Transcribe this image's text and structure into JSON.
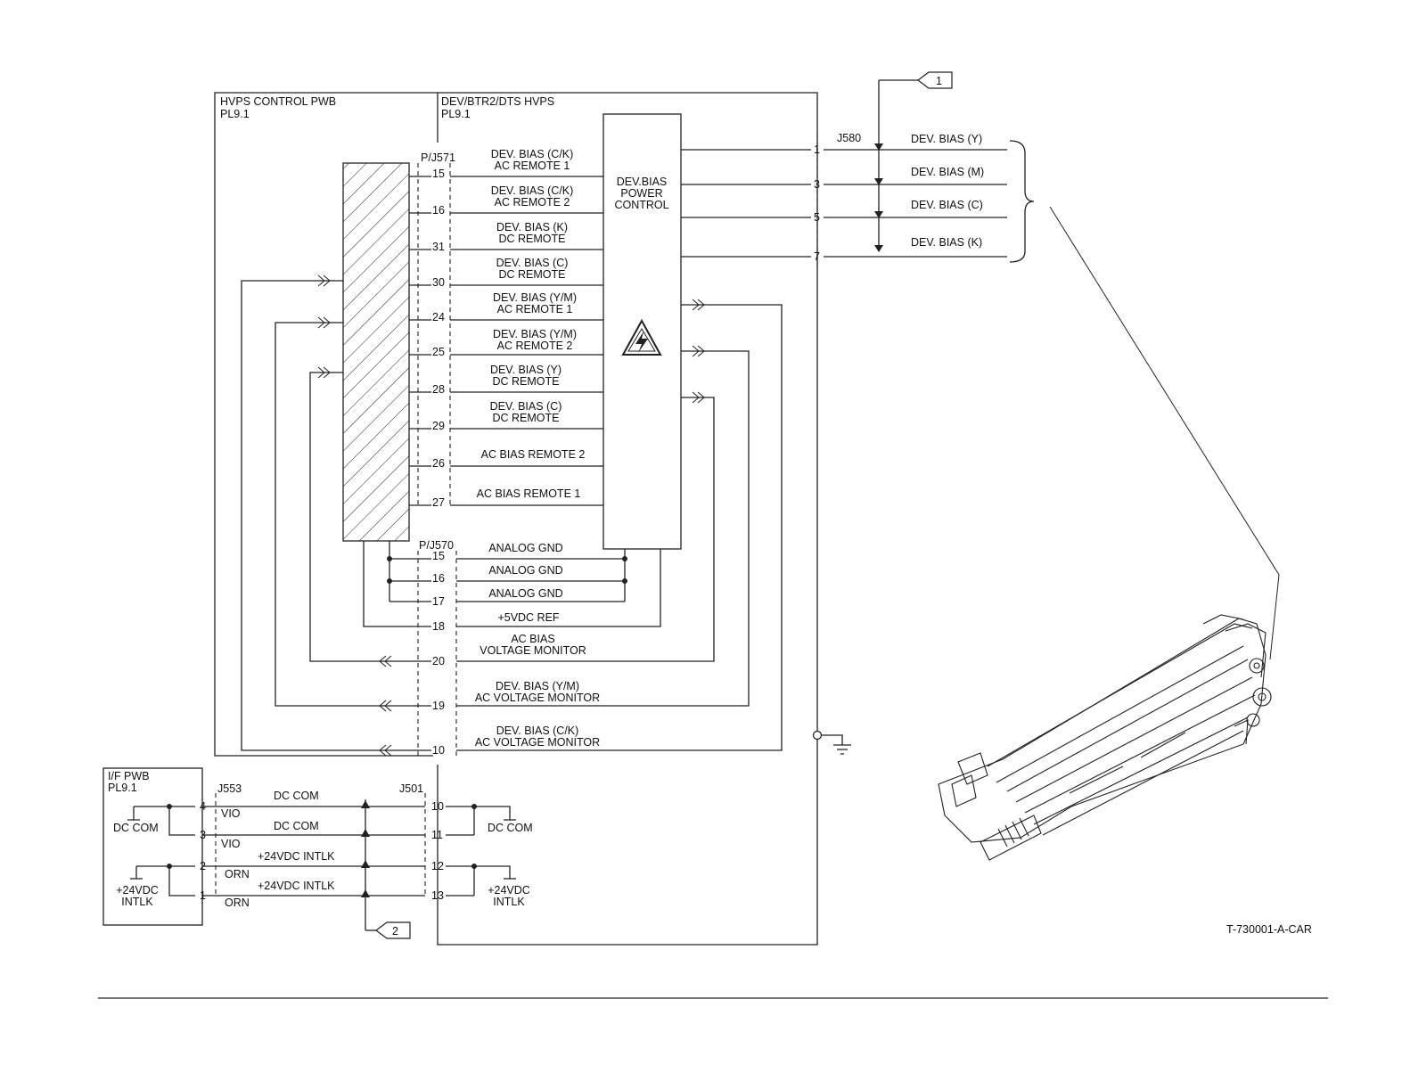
{
  "blocks": {
    "hvps_control": {
      "title": "HVPS CONTROL PWB",
      "ref": "PL9.1"
    },
    "dev_hvps": {
      "title": "DEV/BTR2/DTS HVPS",
      "ref": "PL9.1"
    },
    "if_pwb": {
      "title": "I/F PWB",
      "ref": "PL9.1"
    },
    "power_control": [
      "DEV.BIAS",
      "POWER",
      "CONTROL"
    ]
  },
  "connectors": {
    "p571": "P/J571",
    "p570": "P/J570",
    "j580": "J580",
    "j553": "J553",
    "j501": "J501"
  },
  "callouts": {
    "one": "1",
    "two": "2"
  },
  "j571_signals": [
    {
      "pin": "15",
      "l1": "DEV. BIAS (C/K)",
      "l2": "AC REMOTE 1"
    },
    {
      "pin": "16",
      "l1": "DEV. BIAS (C/K)",
      "l2": "AC REMOTE 2"
    },
    {
      "pin": "31",
      "l1": "DEV. BIAS (K)",
      "l2": "DC REMOTE"
    },
    {
      "pin": "30",
      "l1": "DEV. BIAS (C)",
      "l2": "DC REMOTE"
    },
    {
      "pin": "24",
      "l1": "DEV. BIAS (Y/M)",
      "l2": "AC REMOTE 1"
    },
    {
      "pin": "25",
      "l1": "DEV. BIAS (Y/M)",
      "l2": "AC REMOTE 2"
    },
    {
      "pin": "28",
      "l1": "DEV. BIAS (Y)",
      "l2": "DC REMOTE"
    },
    {
      "pin": "29",
      "l1": "DEV. BIAS (C)",
      "l2": "DC REMOTE"
    },
    {
      "pin": "26",
      "l1": "AC BIAS REMOTE 2",
      "l2": ""
    },
    {
      "pin": "27",
      "l1": "AC BIAS REMOTE 1",
      "l2": ""
    }
  ],
  "j570_signals": [
    {
      "pin": "15",
      "l1": "ANALOG GND",
      "l2": ""
    },
    {
      "pin": "16",
      "l1": "ANALOG GND",
      "l2": ""
    },
    {
      "pin": "17",
      "l1": "ANALOG GND",
      "l2": ""
    },
    {
      "pin": "18",
      "l1": "+5VDC REF",
      "l2": ""
    },
    {
      "pin": "20",
      "l1": "AC BIAS",
      "l2": "VOLTAGE MONITOR"
    },
    {
      "pin": "19",
      "l1": "DEV. BIAS (Y/M)",
      "l2": "AC VOLTAGE MONITOR"
    },
    {
      "pin": "10",
      "l1": "DEV. BIAS (C/K)",
      "l2": "AC VOLTAGE MONITOR"
    }
  ],
  "j580_outputs": [
    {
      "pin": "1",
      "label": "DEV. BIAS (Y)"
    },
    {
      "pin": "3",
      "label": "DEV. BIAS (M)"
    },
    {
      "pin": "5",
      "label": "DEV. BIAS (C)"
    },
    {
      "pin": "7",
      "label": "DEV. BIAS (K)"
    }
  ],
  "if_wires": [
    {
      "lpin": "4",
      "rpin": "10",
      "label": "DC COM",
      "color": "VIO"
    },
    {
      "lpin": "3",
      "rpin": "11",
      "label": "DC COM",
      "color": "VIO"
    },
    {
      "lpin": "2",
      "rpin": "12",
      "label": "+24VDC INTLK",
      "color": "ORN"
    },
    {
      "lpin": "1",
      "rpin": "13",
      "label": "+24VDC INTLK",
      "color": "ORN"
    }
  ],
  "grounds": {
    "dc_com_left": "DC COM",
    "dc_com_right": "DC COM",
    "intlk_left": [
      "+24VDC",
      "INTLK"
    ],
    "intlk_right": [
      "+24VDC",
      "INTLK"
    ]
  },
  "figure_id": "T-730001-A-CAR"
}
